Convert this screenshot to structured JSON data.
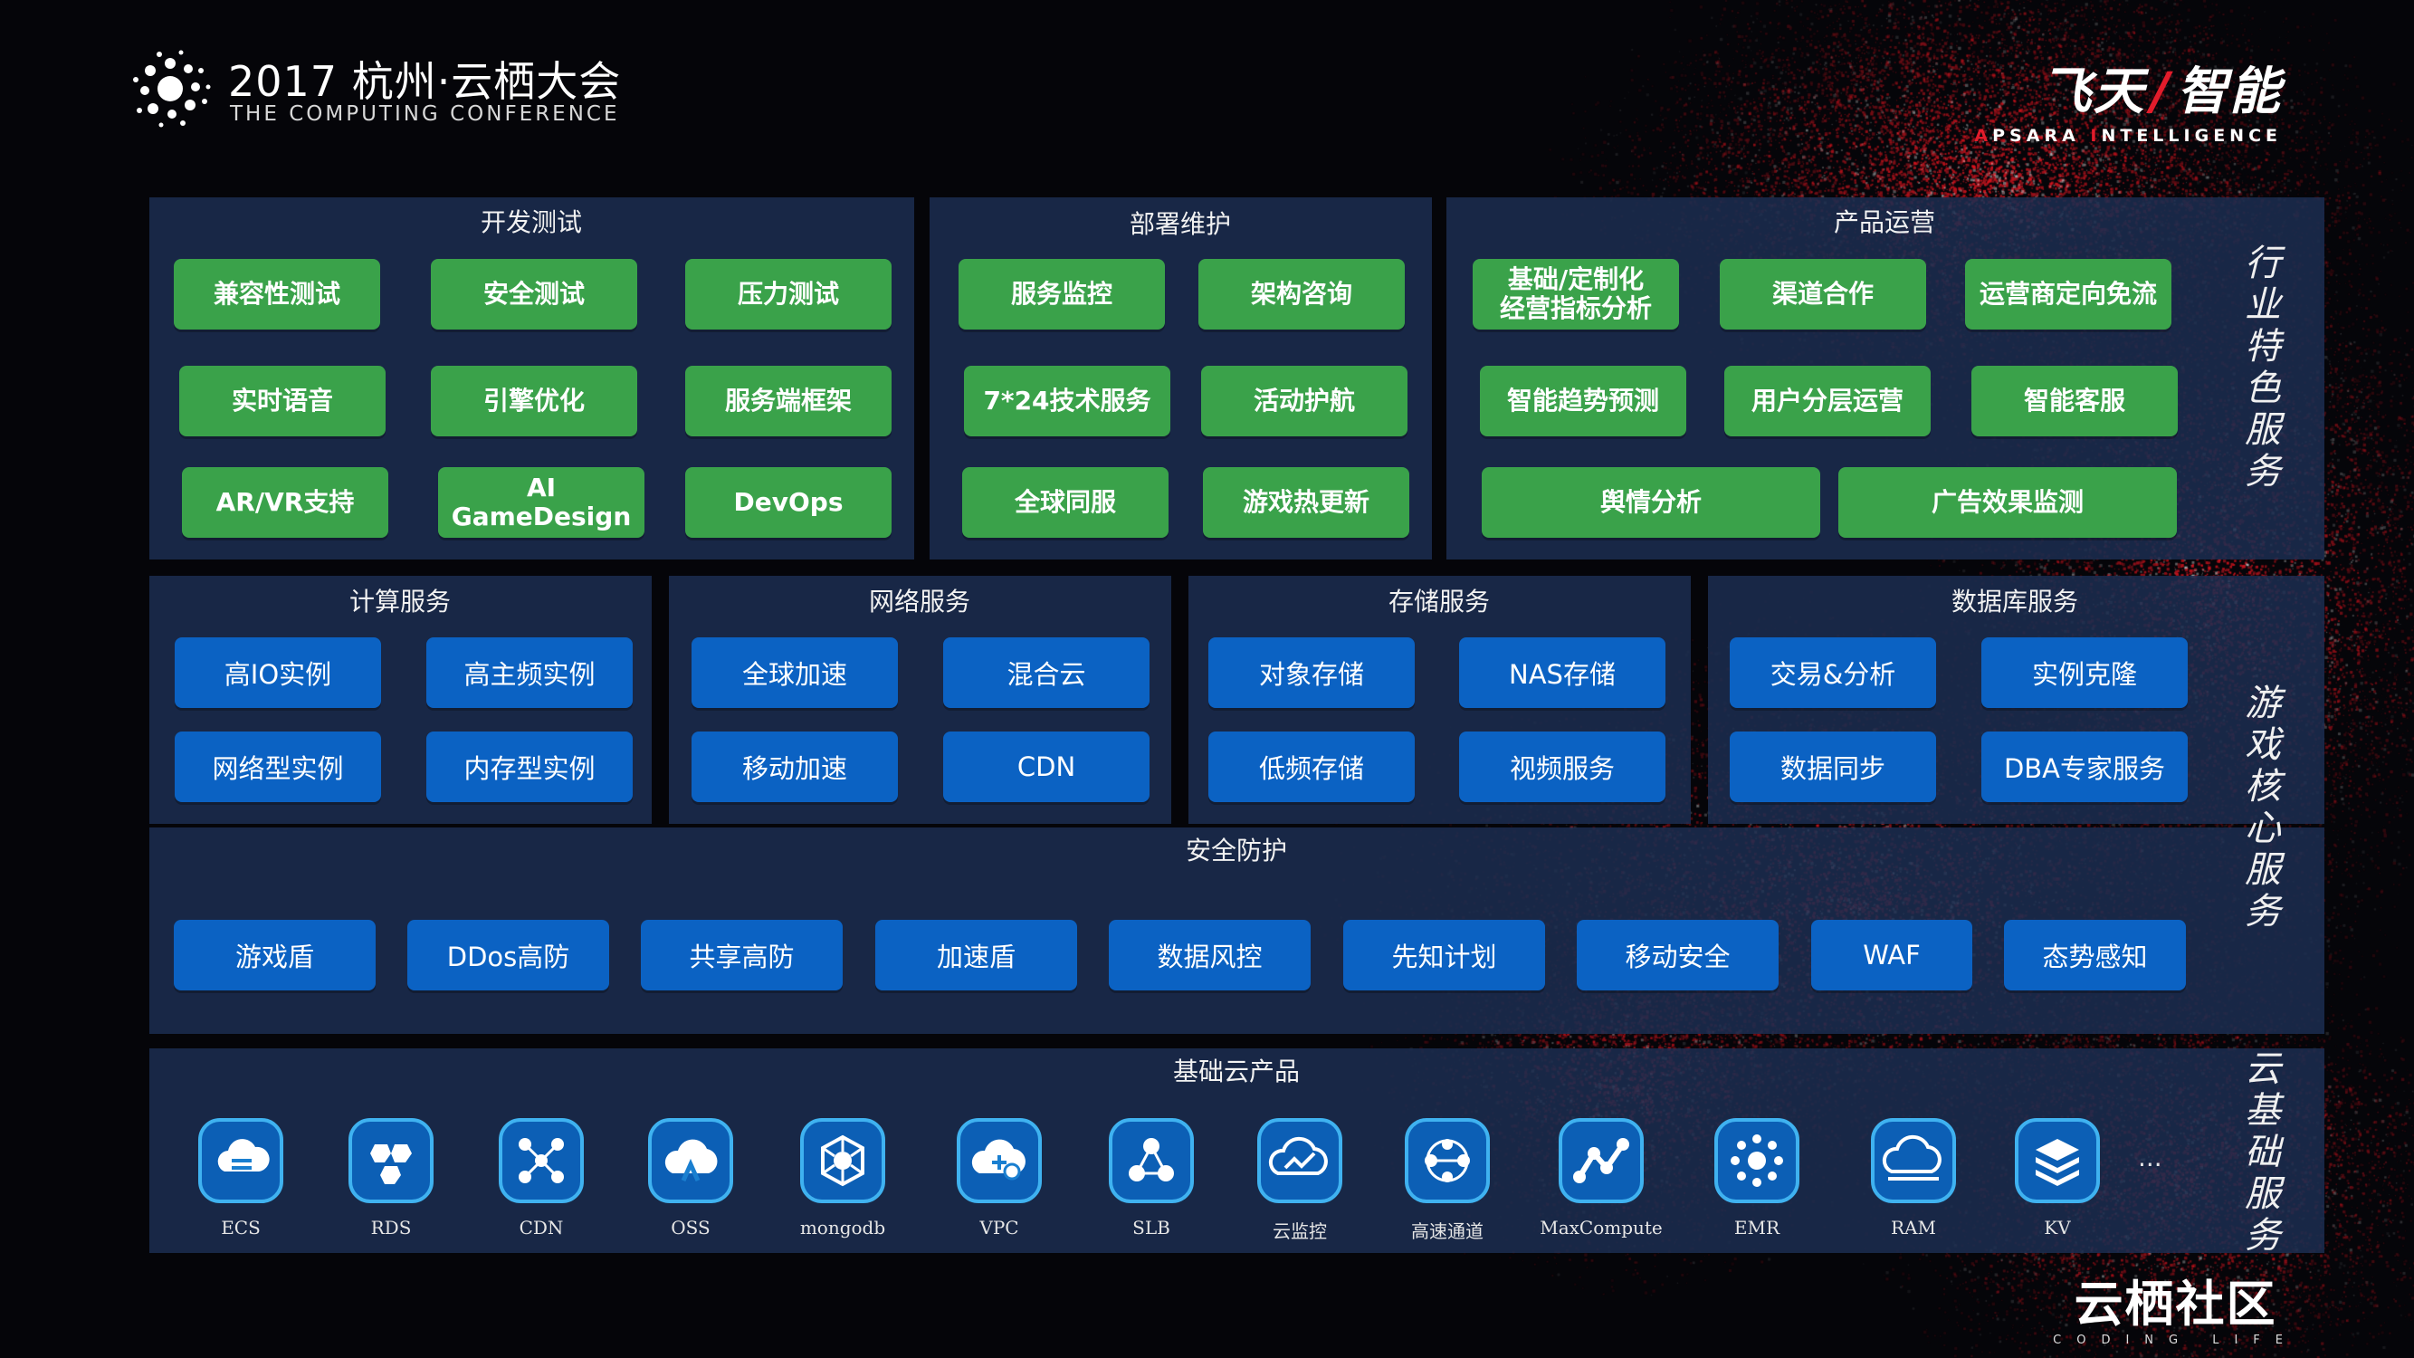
{
  "header": {
    "conference_title": "2017 杭州·云栖大会",
    "conference_subtitle": "THE COMPUTING CONFERENCE",
    "brand_left": "飞天",
    "brand_slash": "/",
    "brand_right": "智能",
    "brand_sub_a": "A",
    "brand_sub_b": "PSARA ",
    "brand_sub_c": "I",
    "brand_sub_d": "NTELLIGENCE"
  },
  "industry": {
    "side_label": [
      "行",
      "业",
      "特",
      "色",
      "服",
      "务"
    ],
    "dev_test": {
      "title": "开发测试",
      "items": [
        "兼容性测试",
        "安全测试",
        "压力测试",
        "实时语音",
        "引擎优化",
        "服务端框架",
        "AR/VR支持",
        "AI",
        "GameDesign",
        "DevOps"
      ]
    },
    "deploy": {
      "title": "部署维护",
      "items": [
        "服务监控",
        "架构咨询",
        "7*24技术服务",
        "活动护航",
        "全球同服",
        "游戏热更新"
      ]
    },
    "ops": {
      "title": "产品运营",
      "items": [
        "基础/定制化",
        "经营指标分析",
        "渠道合作",
        "运营商定向免流",
        "智能趋势预测",
        "用户分层运营",
        "智能客服",
        "舆情分析",
        "广告效果监测"
      ]
    }
  },
  "core": {
    "side_label": [
      "游",
      "戏",
      "核",
      "心",
      "服",
      "务"
    ],
    "compute": {
      "title": "计算服务",
      "items": [
        "高IO实例",
        "高主频实例",
        "网络型实例",
        "内存型实例"
      ]
    },
    "network": {
      "title": "网络服务",
      "items": [
        "全球加速",
        "混合云",
        "移动加速",
        "CDN"
      ]
    },
    "storage": {
      "title": "存储服务",
      "items": [
        "对象存储",
        "NAS存储",
        "低频存储",
        "视频服务"
      ]
    },
    "database": {
      "title": "数据库服务",
      "items": [
        "交易&分析",
        "实例克隆",
        "数据同步",
        "DBA专家服务"
      ]
    },
    "security": {
      "title": "安全防护",
      "items": [
        "游戏盾",
        "DDos高防",
        "共享高防",
        "加速盾",
        "数据风控",
        "先知计划",
        "移动安全",
        "WAF",
        "态势感知"
      ]
    }
  },
  "base": {
    "side_label": [
      "云",
      "基",
      "础",
      "服",
      "务"
    ],
    "title": "基础云产品",
    "items": [
      {
        "label": "ECS",
        "icon": "ecs-icon"
      },
      {
        "label": "RDS",
        "icon": "rds-icon"
      },
      {
        "label": "CDN",
        "icon": "cdn-icon"
      },
      {
        "label": "OSS",
        "icon": "oss-icon"
      },
      {
        "label": "mongodb",
        "icon": "mongodb-icon"
      },
      {
        "label": "VPC",
        "icon": "vpc-icon"
      },
      {
        "label": "SLB",
        "icon": "slb-icon"
      },
      {
        "label": "云监控",
        "icon": "cloud-monitor-icon"
      },
      {
        "label": "高速通道",
        "icon": "express-connect-icon"
      },
      {
        "label": "MaxCompute",
        "icon": "maxcompute-icon"
      },
      {
        "label": "EMR",
        "icon": "emr-icon"
      },
      {
        "label": "RAM",
        "icon": "ram-icon"
      },
      {
        "label": "KV",
        "icon": "kv-icon"
      }
    ],
    "more": "..."
  },
  "footer": {
    "community_title": "云栖社区",
    "community_sub": "CODING LIFE"
  },
  "colors": {
    "background": "#050509",
    "panel": "#1c2d50",
    "green_button": "#3aa24a",
    "blue_button": "#0b62c3",
    "icon_border": "#2e9fe0",
    "accent_red": "#e21c2b"
  }
}
